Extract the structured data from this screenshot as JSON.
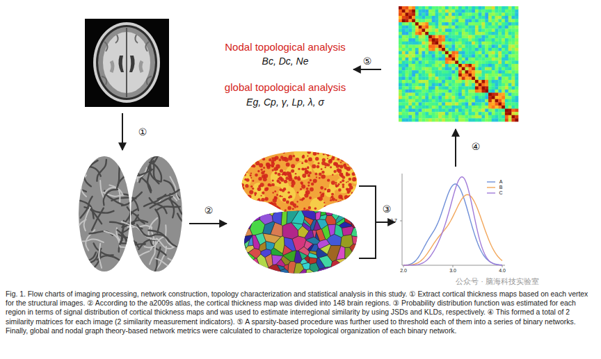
{
  "diagram": {
    "caption": "Fig. 1. Flow charts of imaging processing, network construction, topology characterization and statistical analysis in this study. ① Extract cortical thickness maps based on each vertex for the structural images. ② According to the a2009s atlas, the cortical thickness map was divided into 148 brain regions. ③ Probability distribution function was estimated for each region in terms of signal distribution of cortical thickness maps and was used to estimate interregional similarity by using JSDs and KLDs, respectively. ④ This formed a total of 2 similarity matrices for each image (2 similarity measurement indicators). ⑤ A sparsity-based procedure was further used to threshold each of them into a series of binary networks. Finally, global and nodal graph theory-based network metrics were calculated to characterize topological organization of each binary network.",
    "labels": [
      "①",
      "②",
      "③",
      "④",
      "⑤",
      "Nodal topological analysis",
      "Bc, Dc, Ne",
      "global topological analysis",
      "Eg, Cp, γ, Lp, λ, σ",
      "0.7",
      "2.0",
      "3.0",
      "4.0",
      "公众号 · 脑海科技实验室"
    ],
    "legend": [
      {
        "text": "A"
      },
      {
        "text": "B"
      },
      {
        "text": "C"
      }
    ]
  }
}
